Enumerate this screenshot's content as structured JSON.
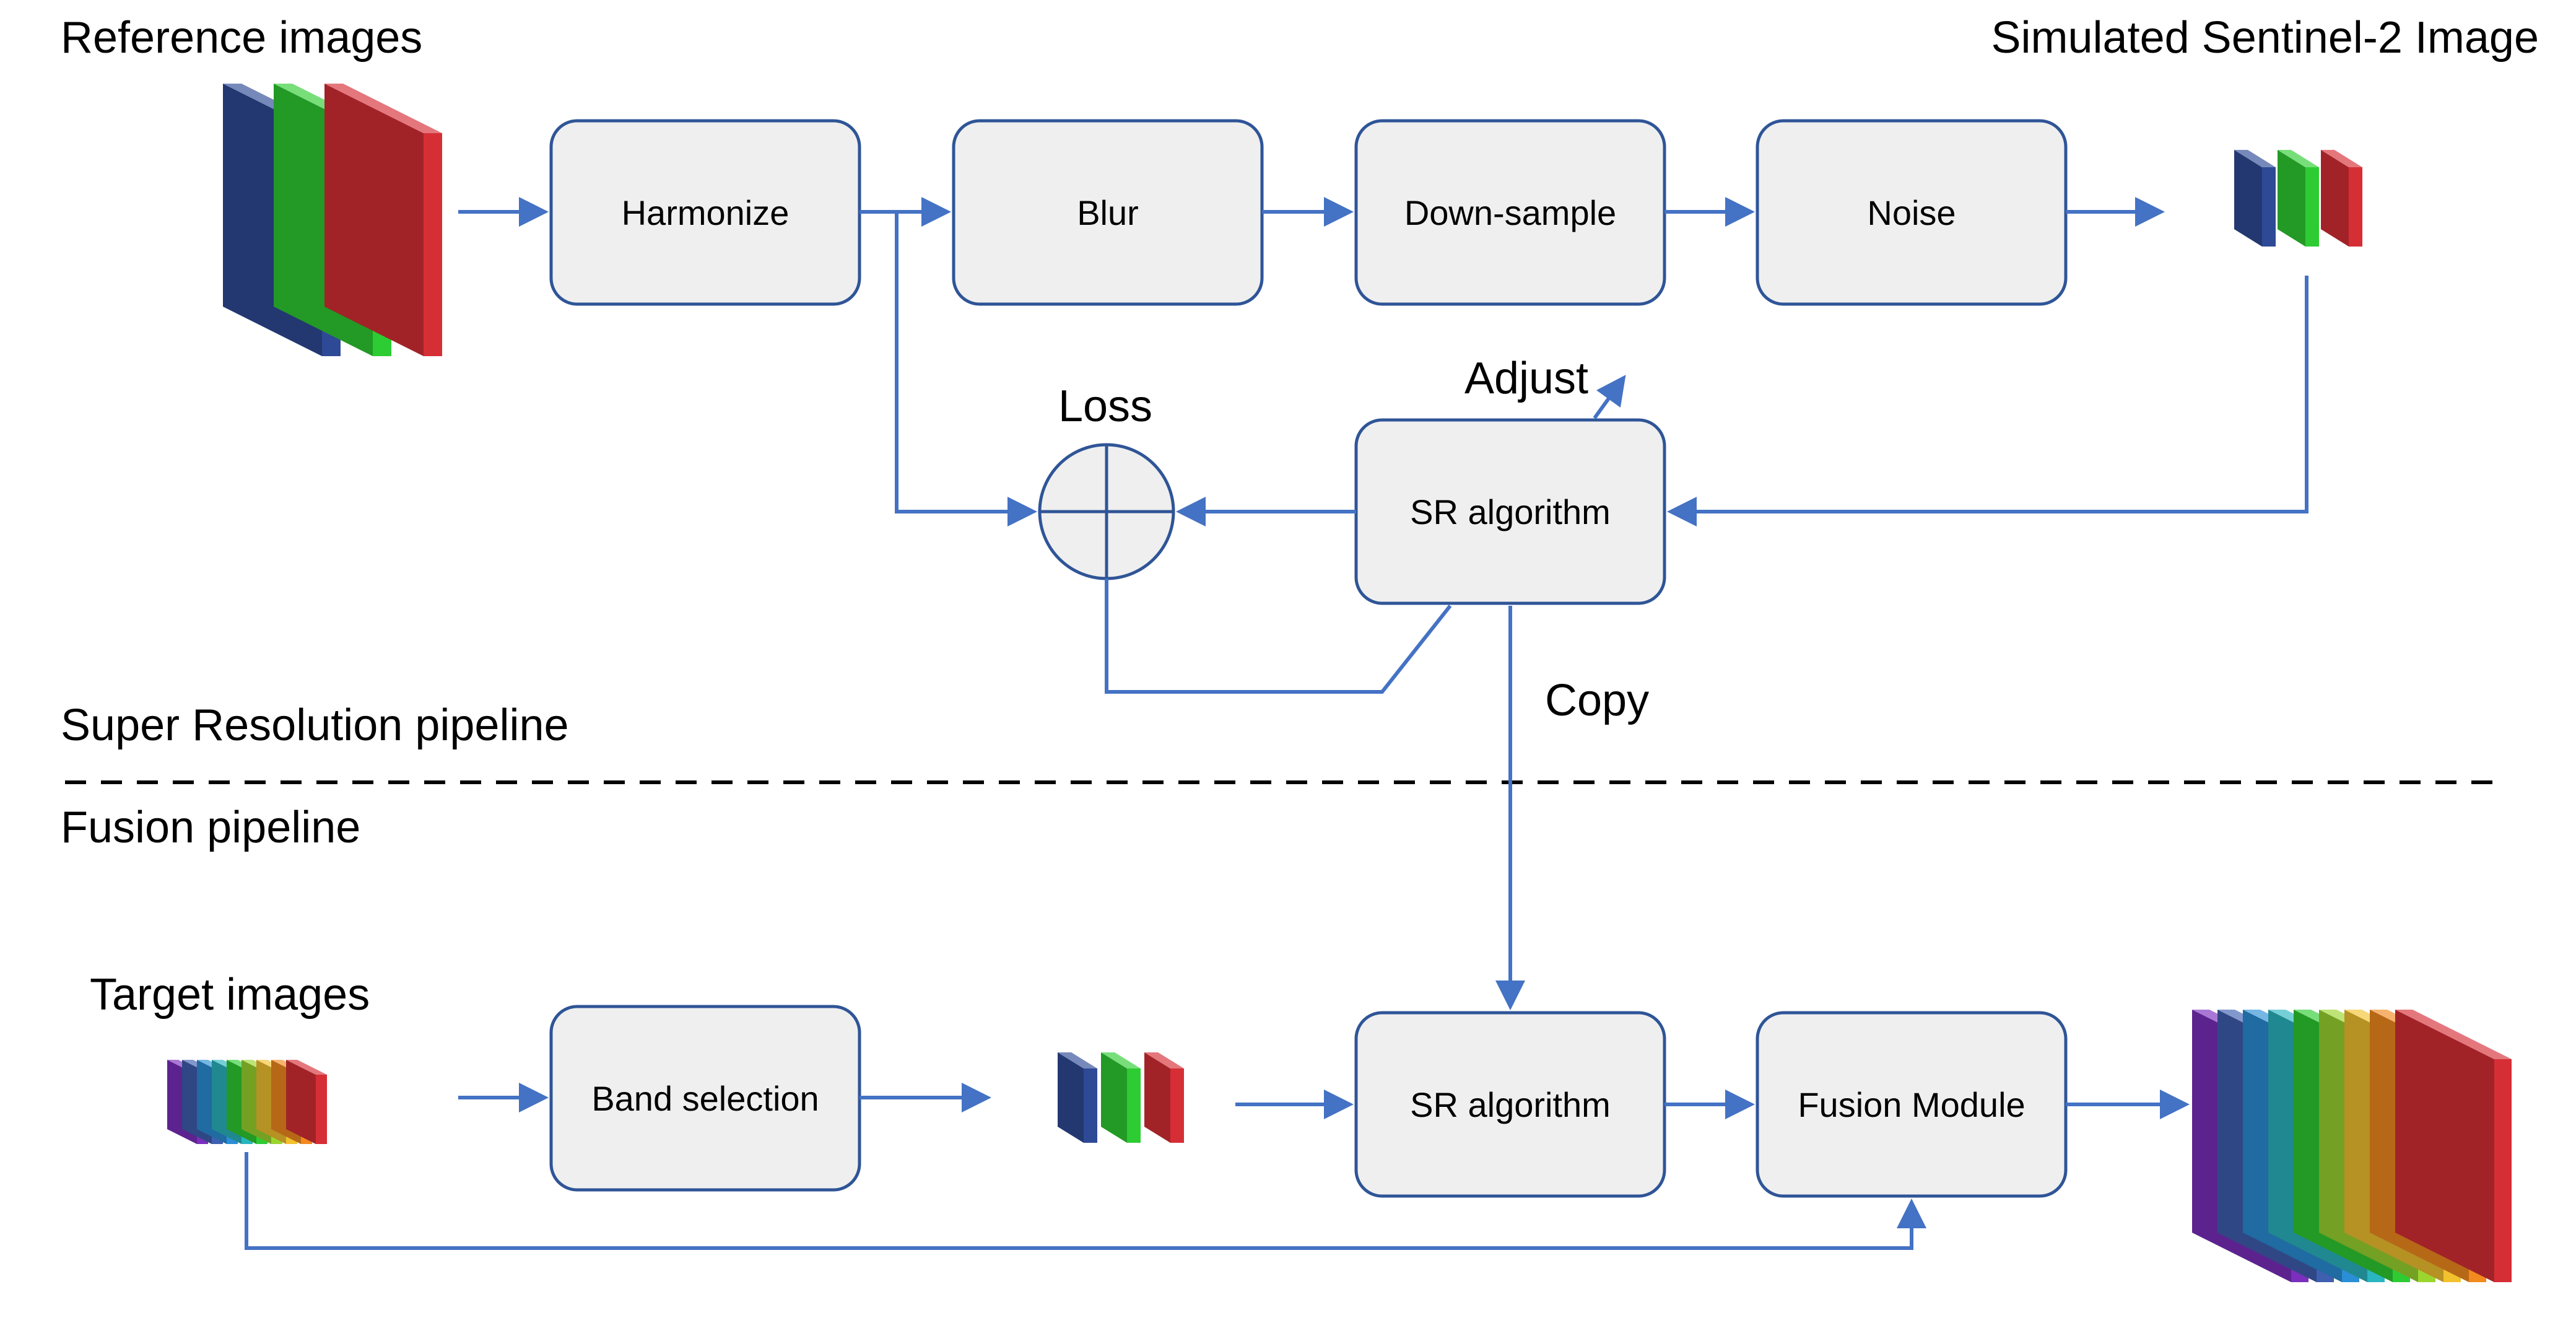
{
  "labels": {
    "reference_images": "Reference images",
    "simulated_image": "Simulated Sentinel-2 Image",
    "loss": "Loss",
    "adjust": "Adjust",
    "copy": "Copy",
    "sr_pipeline": "Super Resolution  pipeline",
    "fusion_pipeline": "Fusion pipeline",
    "target_images": "Target images"
  },
  "boxes": {
    "harmonize": "Harmonize",
    "blur": "Blur",
    "downsample": "Down-sample",
    "noise": "Noise",
    "sr_top": "SR algorithm",
    "band_selection": "Band selection",
    "sr_bottom": "SR algorithm",
    "fusion_module": "Fusion Module"
  },
  "colors": {
    "arrow": "#4472c4",
    "box_fill": "#efefef",
    "box_stroke": "#2f5597",
    "blue": "#2e4a96",
    "green": "#2ecc33",
    "red": "#d62e35",
    "purple": "#7b2fbe",
    "spectral": [
      "#7b2fbe",
      "#3f5fb0",
      "#2a8fd6",
      "#2ab5c0",
      "#2ecc33",
      "#9bd62e",
      "#f2c12e",
      "#f28a1e",
      "#d62e35"
    ]
  }
}
